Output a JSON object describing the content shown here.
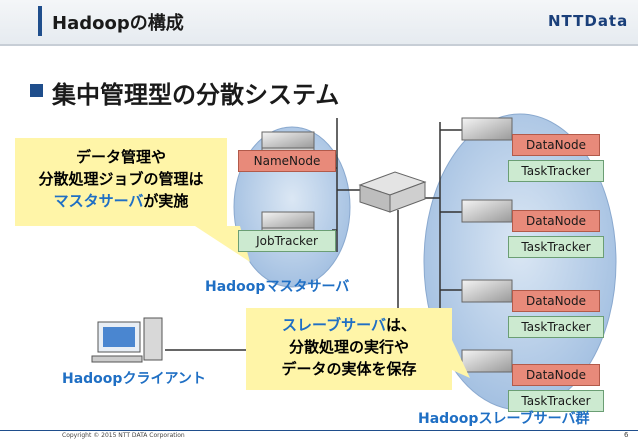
{
  "header": {
    "title": "Hadoopの構成",
    "logo": "NTTData"
  },
  "headline": "集中管理型の分散システム",
  "master": {
    "namenode": "NameNode",
    "jobtracker": "JobTracker",
    "group_label": "Hadoopマスタサーバ"
  },
  "slaves": {
    "nodes": [
      {
        "datanode": "DataNode",
        "tasktracker": "TaskTracker"
      },
      {
        "datanode": "DataNode",
        "tasktracker": "TaskTracker"
      },
      {
        "datanode": "DataNode",
        "tasktracker": "TaskTracker"
      },
      {
        "datanode": "DataNode",
        "tasktracker": "TaskTracker"
      }
    ],
    "group_label": "Hadoopスレーブサーバ群"
  },
  "client": {
    "label": "Hadoopクライアント"
  },
  "callout_master": {
    "line1": "データ管理や",
    "line2": "分散処理ジョブの管理は",
    "line3_blue": "マスタサーバ",
    "line3_rest": "が実施"
  },
  "callout_slave": {
    "line1_blue": "スレーブサーバ",
    "line1_rest": "は、",
    "line2": "分散処理の実行や",
    "line3": "データの実体を保存"
  },
  "footer": {
    "copyright": "Copyright © 2015 NTT DATA Corporation",
    "page": "6"
  },
  "colors": {
    "accent": "#1f4e8c",
    "label_blue": "#1f6fc4",
    "callout_bg": "#fff5a8",
    "group_bg": "#b9cfe8"
  }
}
